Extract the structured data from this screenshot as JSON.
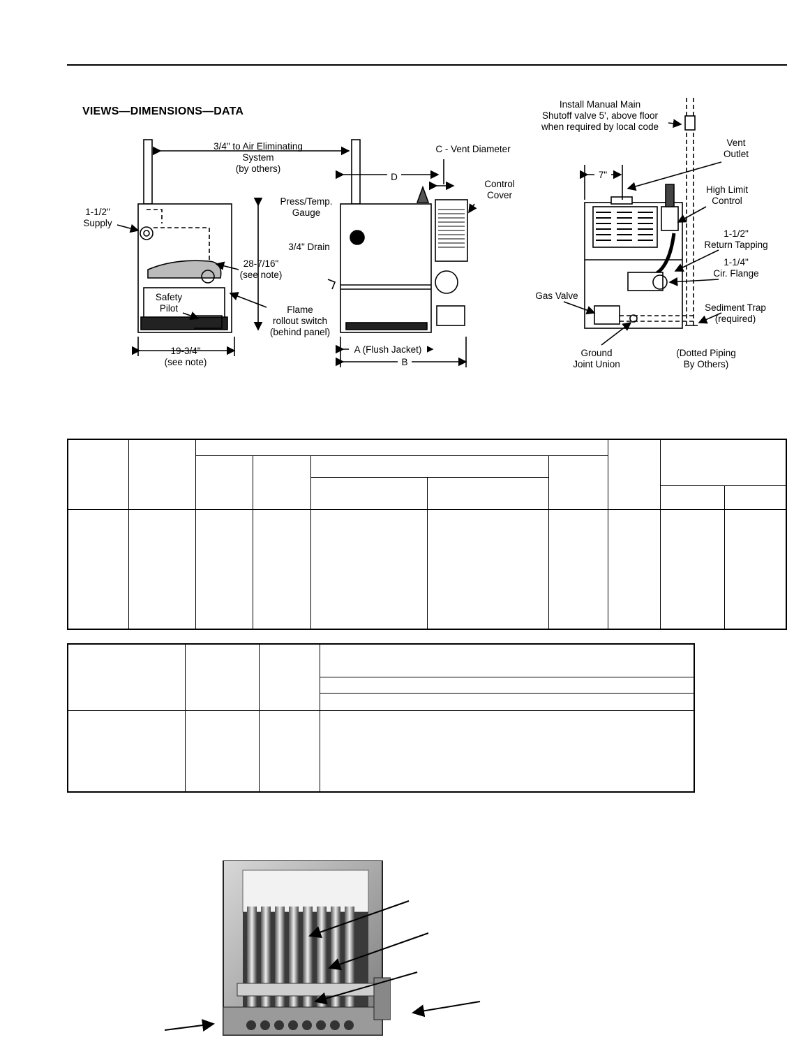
{
  "heading": "VIEWS—DIMENSIONS—DATA",
  "side_view": {
    "air_elim_1": "3/4\" to Air Eliminating",
    "air_elim_2": "System",
    "air_elim_3": "(by others)",
    "supply_1": "1-1/2\"",
    "supply_2": "Supply",
    "height_1": "28-7/16\"",
    "height_2": "(see note)",
    "pilot_1": "Safety",
    "pilot_2": "Pilot",
    "flame_1": "Flame",
    "flame_2": "rollout switch",
    "flame_3": "(behind panel)",
    "depth_1": "19-3/4\"",
    "depth_2": "(see note)"
  },
  "front_view": {
    "vent_diameter": "C - Vent Diameter",
    "d_label": "D",
    "control_1": "Control",
    "control_2": "Cover",
    "gauge_1": "Press/Temp.",
    "gauge_2": "Gauge",
    "drain": "3/4\" Drain",
    "a_label": "A (Flush Jacket)",
    "b_label": "B"
  },
  "piping_view": {
    "shutoff_1": "Install Manual Main",
    "shutoff_2": "Shutoff valve 5', above floor",
    "shutoff_3": "when required by local code",
    "seven": "7\"",
    "vent_1": "Vent",
    "vent_2": "Outlet",
    "limit_1": "High Limit",
    "limit_2": "Control",
    "return_1": "1-1/2\"",
    "return_2": "Return Tapping",
    "flange_1": "1-1/4\"",
    "flange_2": "Cir. Flange",
    "gas_valve": "Gas Valve",
    "trap_1": "Sediment Trap",
    "trap_2": "(required)",
    "union_1": "Ground",
    "union_2": "Joint Union",
    "dotted_1": "(Dotted Piping",
    "dotted_2": "By Others)"
  }
}
